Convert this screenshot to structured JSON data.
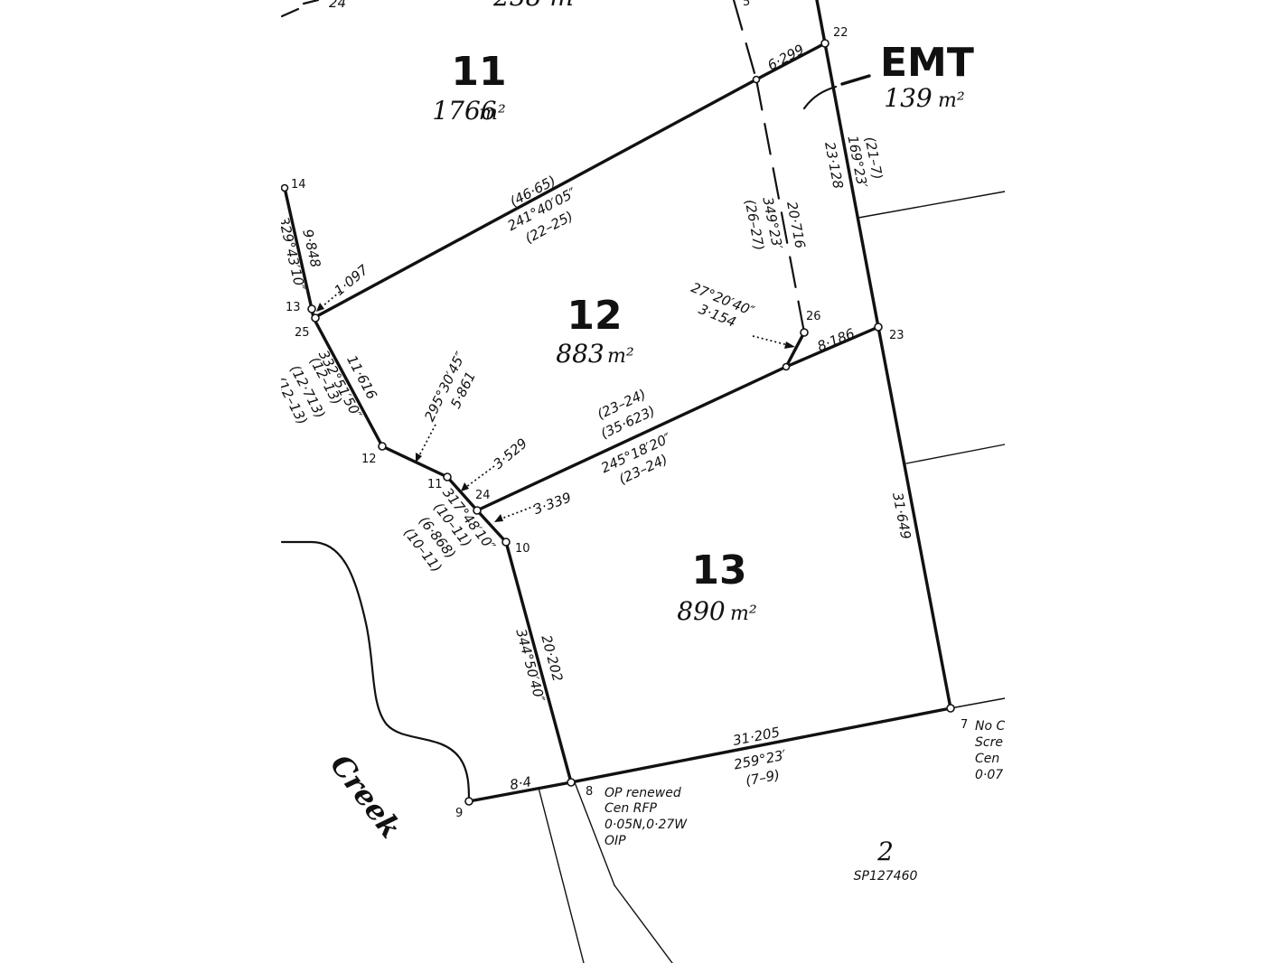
{
  "lots": [
    {
      "number": "11",
      "area": "1766",
      "unit": "m²"
    },
    {
      "number": "12",
      "area": "883",
      "unit": "m²"
    },
    {
      "number": "13",
      "area": "890",
      "unit": "m²"
    }
  ],
  "easement": {
    "label": "EMT",
    "area": "139",
    "unit": "m²"
  },
  "stations": [
    "22",
    "23",
    "26",
    "14",
    "13",
    "25",
    "12",
    "11",
    "24",
    "10",
    "9",
    "8",
    "7"
  ],
  "dimensions": {
    "d_6299": "6·299",
    "d_22_23": "23·128",
    "b_22_23": "169°23′",
    "p_21_7": "(21–7)",
    "d_4665": "(46·65)",
    "b_241": "241°40′05″",
    "p_22_25": "(22–25)",
    "d_20716": "20·716",
    "b_349": "349°23′",
    "p_26_27": "(26–27)",
    "d_9848": "9·848",
    "b_14_13": "329°43′10″",
    "d_1097": "1·097",
    "b_27": "27°20′40″",
    "d_3154": "3·154",
    "d_8186": "8·186",
    "d_11616": "11·616",
    "b_332": "332°51′50″",
    "p_12_13a": "(12–13)",
    "d_12713": "(12·713)",
    "p_12_13b": "(12–13)",
    "b_295": "295°30′45″",
    "d_5861": "5·861",
    "d_3529": "3·529",
    "d_3339": "3·339",
    "p_23_24a": "(23–24)",
    "d_35623": "(35·623)",
    "b_245": "245°18′20″",
    "p_23_24b": "(23–24)",
    "b_317": "317°48′10″",
    "p_10_11a": "(10–11)",
    "d_6868": "(6·868)",
    "p_10_11b": "(10–11)",
    "d_31649": "31·649",
    "d_20202": "20·202",
    "b_344": "344°50′40″",
    "d_31205": "31·205",
    "b_259": "259°23′",
    "p_7_9": "(7–9)",
    "d_84": "8·4"
  },
  "creek_label": "Creek",
  "note_station_8": [
    "OP renewed",
    "Cen RFP",
    "0·05N,0·27W",
    "OIP"
  ],
  "note_station_7": [
    "No C",
    "Scre",
    "Cen",
    "0·07"
  ],
  "adjoining_lot": {
    "number": "2",
    "plan": "SP127460"
  },
  "top_fragments": {
    "left": "24",
    "center": "238 m",
    "right": "5"
  }
}
